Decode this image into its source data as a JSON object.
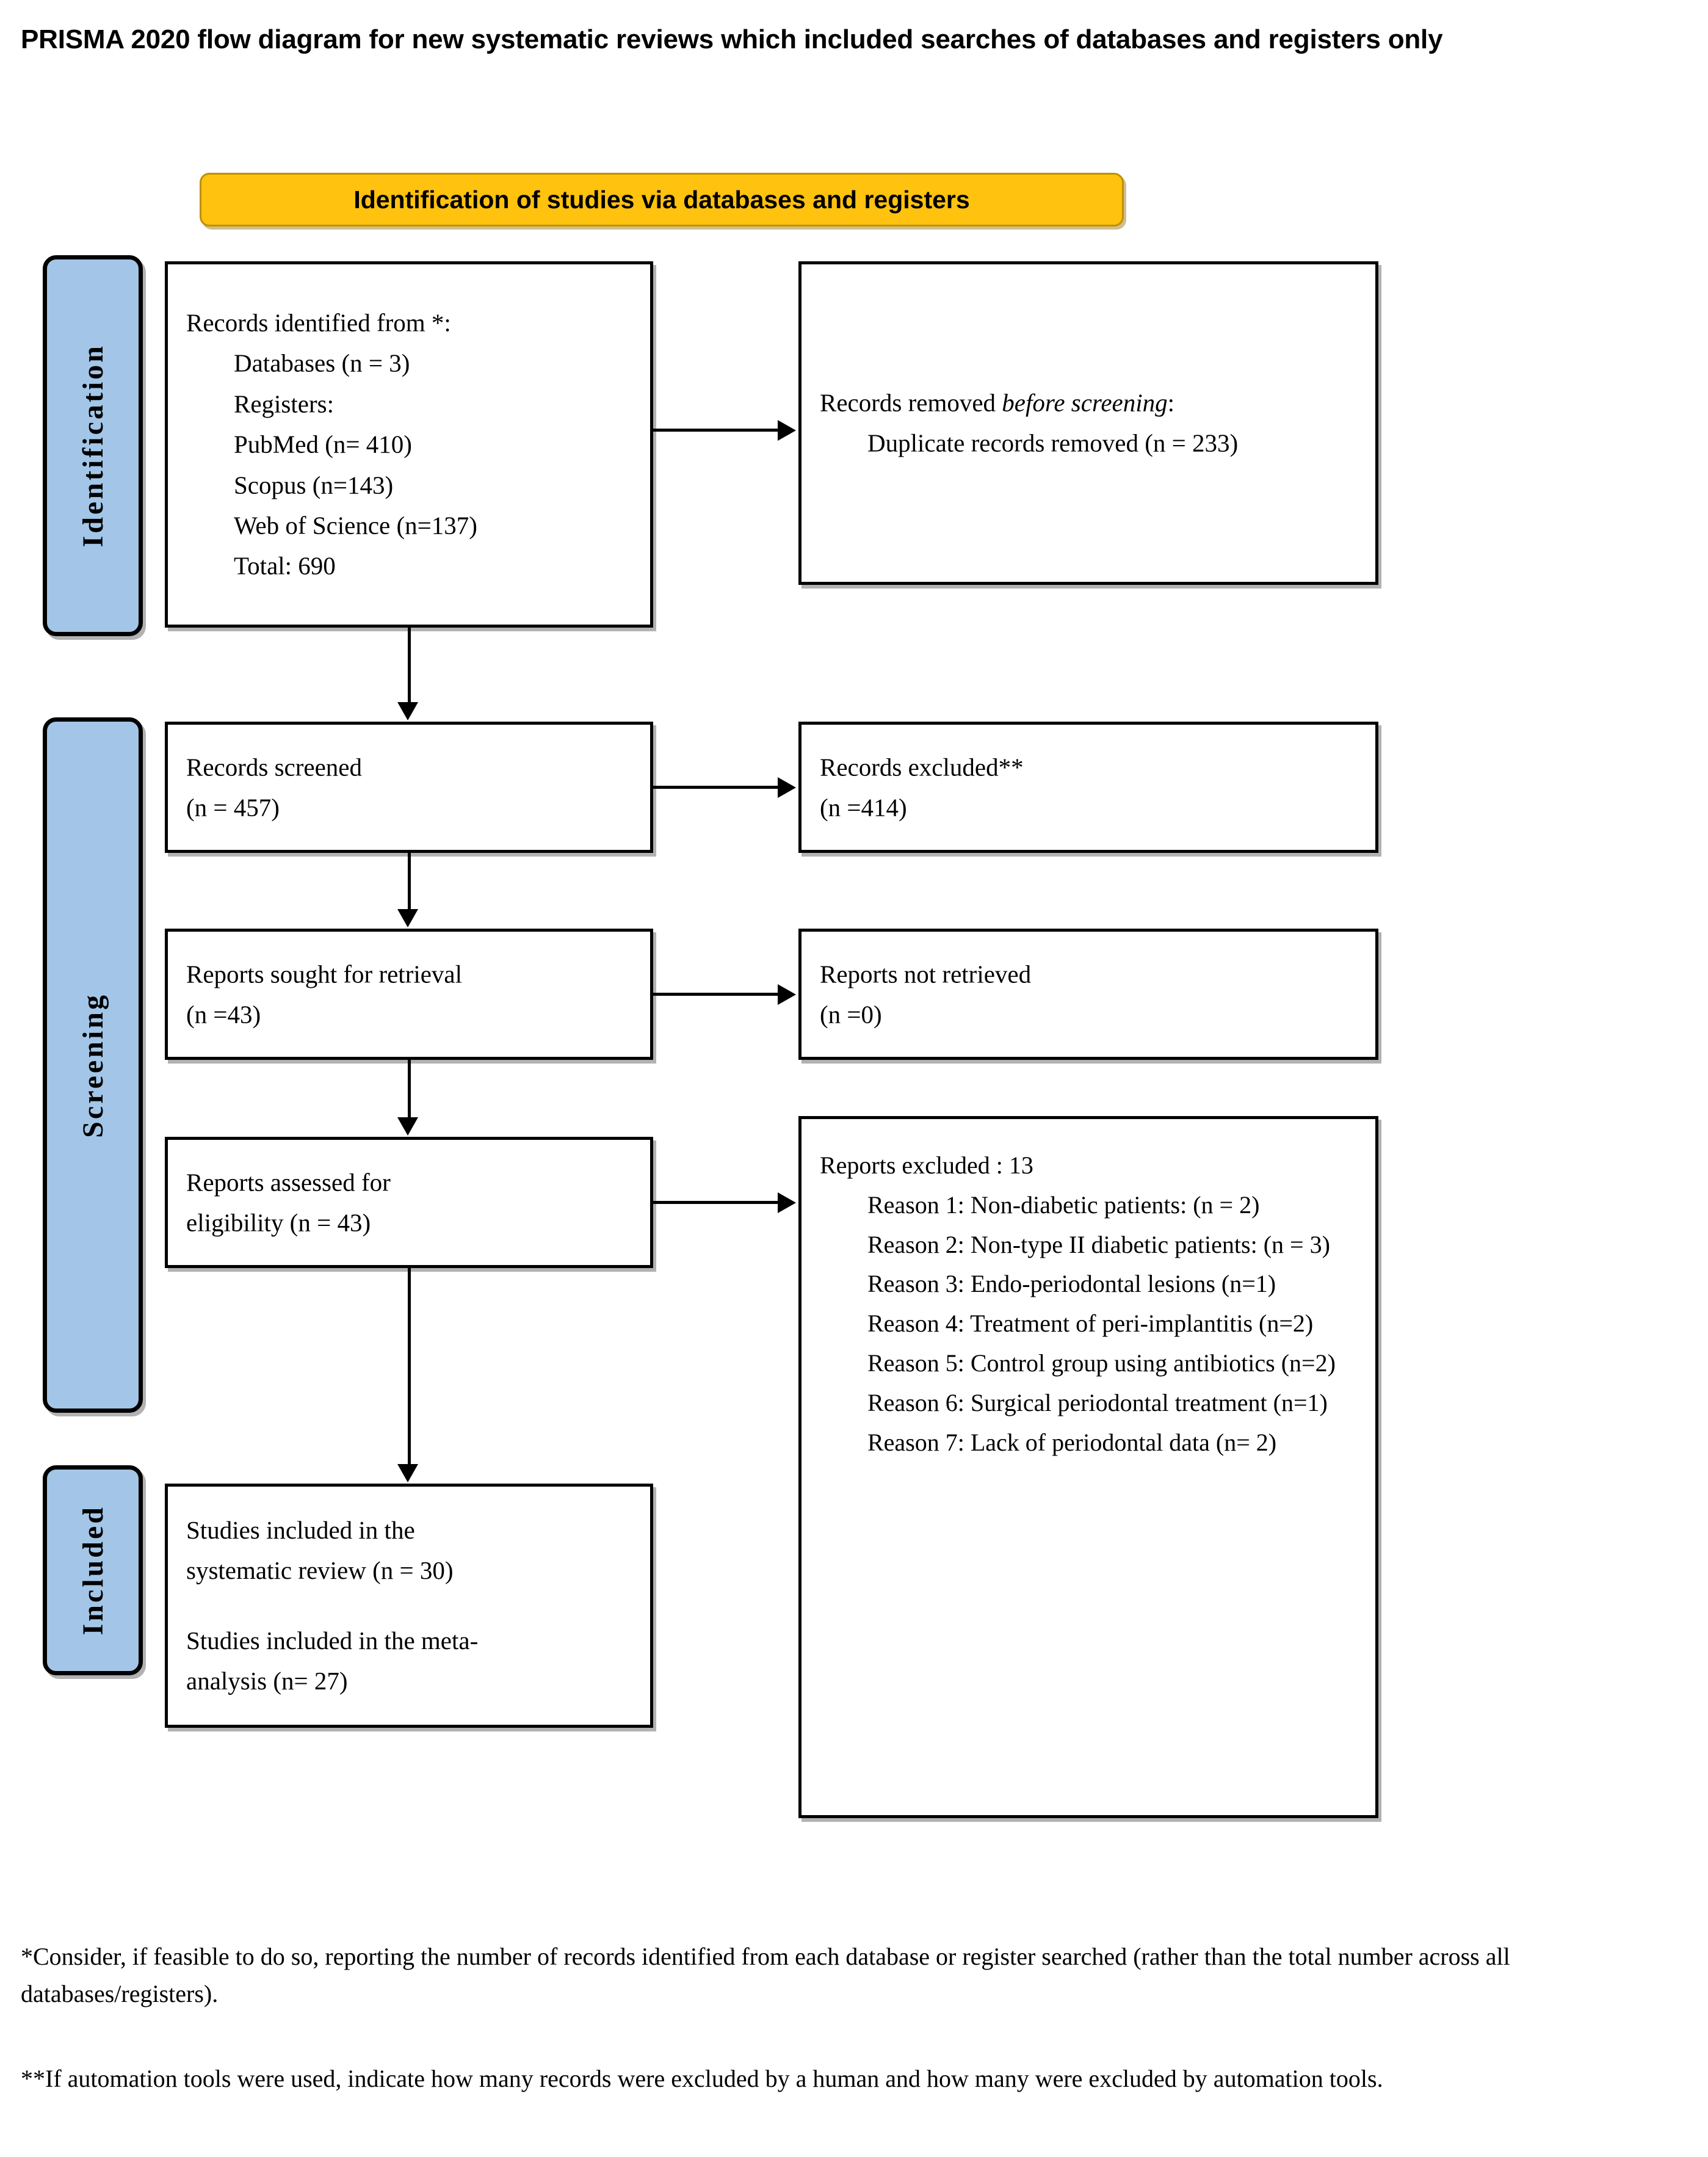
{
  "title": "PRISMA 2020 flow diagram for new systematic reviews which included searches of databases and registers only",
  "banner": {
    "label": "Identification of studies via databases and registers"
  },
  "stages": {
    "identification": "Identification",
    "screening": "Screening",
    "included": "Included"
  },
  "boxes": {
    "records_identified": {
      "heading": "Records identified from *:",
      "lines": [
        "Databases (n = 3)",
        "Registers:",
        "PubMed (n= 410)",
        "Scopus (n=143)",
        "Web of Science (n=137)",
        "Total: 690"
      ]
    },
    "records_removed": {
      "heading_pre": "Records removed ",
      "heading_em": "before screening",
      "heading_post": ":",
      "lines": [
        "Duplicate records removed  (n = 233)"
      ]
    },
    "records_screened": {
      "line1": "Records screened",
      "line2": "(n = 457)"
    },
    "records_excluded": {
      "line1": "Records excluded**",
      "line2": "(n =414)"
    },
    "reports_sought": {
      "line1": "Reports sought for retrieval",
      "line2": "(n =43)"
    },
    "reports_not_retrieved": {
      "line1": "Reports not retrieved",
      "line2": "(n =0)"
    },
    "reports_assessed": {
      "line1": "Reports assessed for",
      "line2": "eligibility  (n = 43)"
    },
    "reports_excluded": {
      "heading": "Reports excluded : 13",
      "reasons": [
        "Reason 1: Non-diabetic patients:  (n = 2)",
        "Reason 2: Non-type II diabetic patients: (n = 3)",
        "Reason 3: Endo-periodontal lesions (n=1)",
        "Reason 4: Treatment of peri-implantitis (n=2)",
        "Reason 5: Control group using antibiotics (n=2)",
        "Reason 6: Surgical periodontal treatment (n=1)",
        "Reason 7: Lack of periodontal data (n= 2)"
      ]
    },
    "studies_included": {
      "line1": "Studies included in the",
      "line2": "systematic review  (n = 30)",
      "line3": "Studies included in the meta-",
      "line4": "analysis (n= 27)"
    }
  },
  "notes": {
    "note1": "*Consider, if feasible to do so, reporting the number of records identified from  each database or register searched (rather than the total number across all databases/registers).",
    "note2": "**If automation tools were used, indicate how many records were excluded by a human and how many were excluded by automation tools."
  },
  "colors": {
    "banner_fill": "#FFC20E",
    "banner_border": "#BF9000",
    "stage_pill_fill": "#A3C6E8",
    "box_border": "#000000",
    "text": "#000000"
  }
}
